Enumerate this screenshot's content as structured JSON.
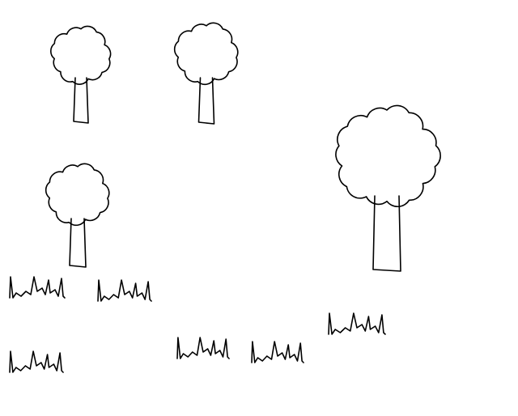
{
  "canvas": {
    "background": "#ffffff",
    "stroke_color": "#000000"
  },
  "objects": {
    "trees": [
      {
        "name": "tree-top-left"
      },
      {
        "name": "tree-top-middle"
      },
      {
        "name": "tree-middle-left"
      },
      {
        "name": "tree-large-right"
      }
    ],
    "grass_tufts": [
      {
        "name": "grass-left-upper"
      },
      {
        "name": "grass-center-left"
      },
      {
        "name": "grass-left-lower"
      },
      {
        "name": "grass-center"
      },
      {
        "name": "grass-center-right"
      },
      {
        "name": "grass-right"
      }
    ]
  }
}
